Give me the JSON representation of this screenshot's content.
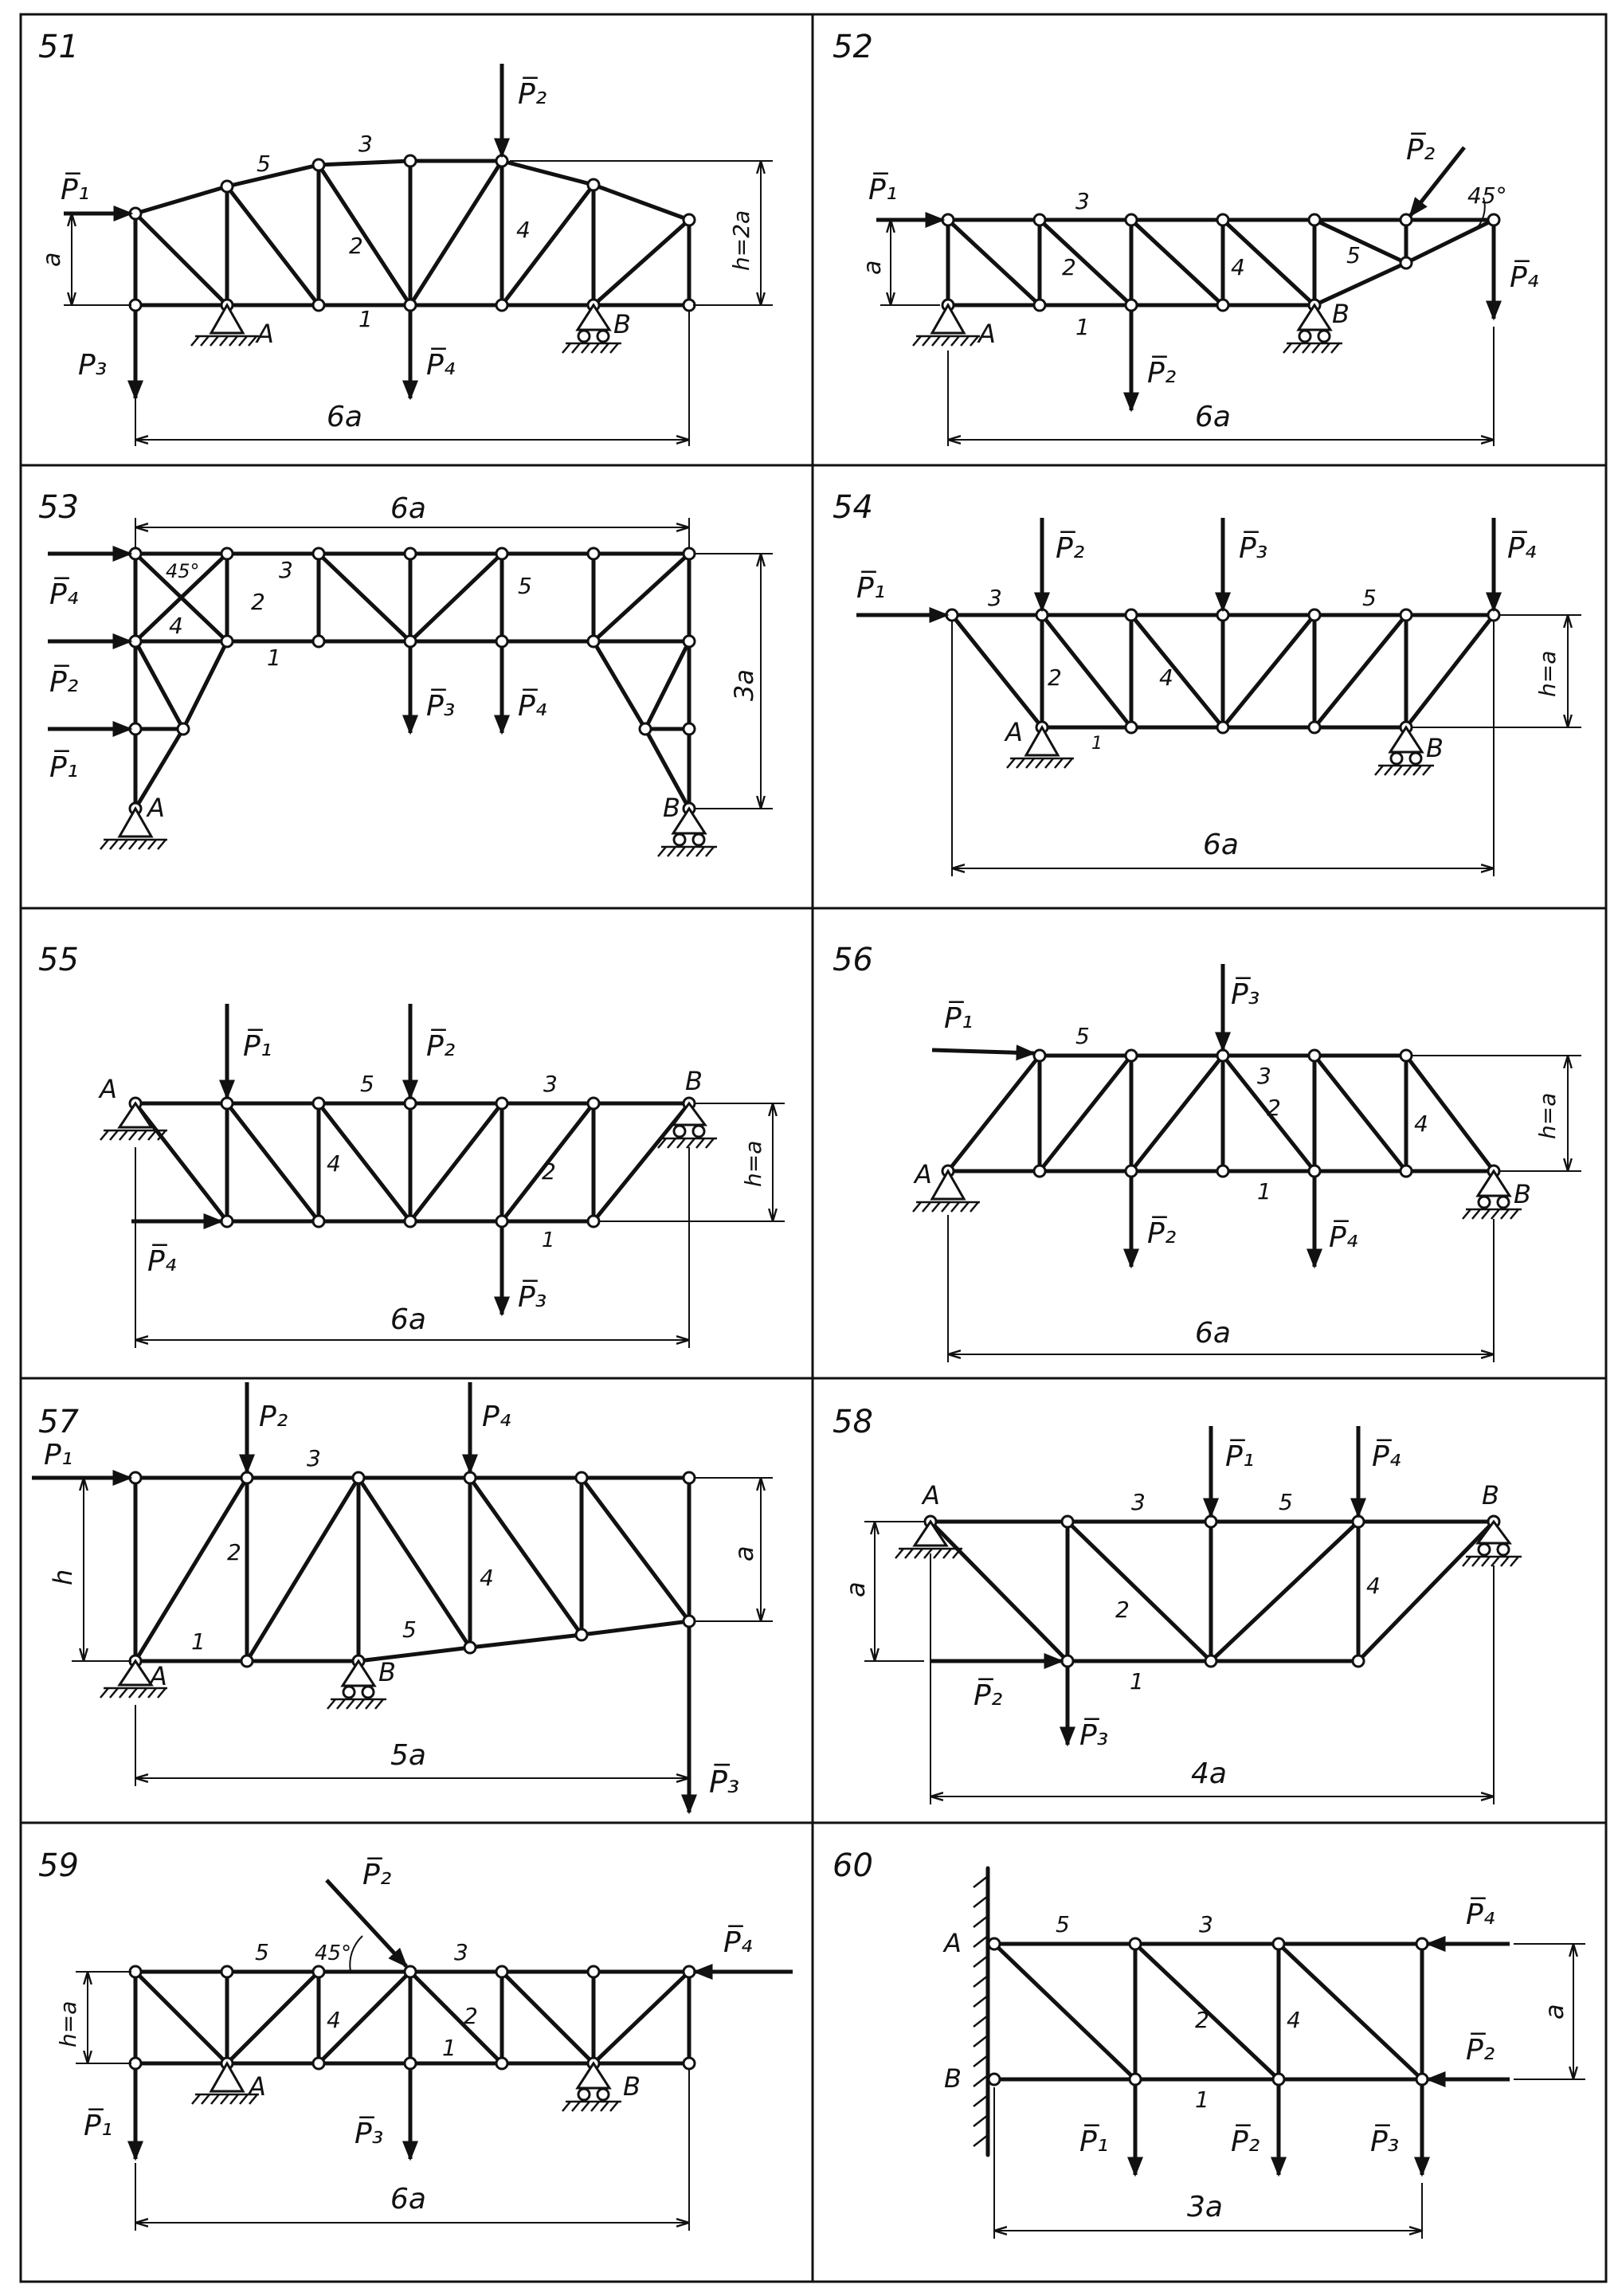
{
  "problems": [
    {
      "number": "51",
      "loads": [
        "P1",
        "P2",
        "P3",
        "P4"
      ],
      "load_labels": {
        "P1": "P̅₁",
        "P2": "P̅₂",
        "P3": "P₃",
        "P4": "P̅₄"
      },
      "bar_labels": [
        "5",
        "3",
        "2",
        "4",
        "1"
      ],
      "supports": [
        "A",
        "B"
      ],
      "span_label": "6a",
      "height_label": "h=2a",
      "side_label": "a"
    },
    {
      "number": "52",
      "loads": [
        "P1",
        "P2",
        "P4"
      ],
      "load_labels": {
        "P1": "P̅₁",
        "P2_top": "P̅₂",
        "P2": "P̅₂",
        "P4": "P̅₄"
      },
      "bar_labels": [
        "3",
        "2",
        "4",
        "5",
        "1"
      ],
      "supports": [
        "A",
        "B"
      ],
      "span_label": "6a",
      "side_label": "a",
      "angle_label": "45°"
    },
    {
      "number": "53",
      "loads": [
        "P4",
        "P2",
        "P1",
        "P3",
        "P4"
      ],
      "load_labels": {
        "P4_left": "P̅₄",
        "P2": "P̅₂",
        "P1": "P̅₁",
        "P3": "P̅₃",
        "P4": "P̅₄"
      },
      "bar_labels": [
        "3",
        "2",
        "4",
        "1",
        "5"
      ],
      "supports": [
        "A",
        "B"
      ],
      "span_label": "6a",
      "height_label": "3a",
      "angle_label": "45°"
    },
    {
      "number": "54",
      "loads": [
        "P1",
        "P2",
        "P3",
        "P4"
      ],
      "load_labels": {
        "P1": "P̅₁",
        "P2": "P̅₂",
        "P3": "P̅₃",
        "P4": "P̅₄"
      },
      "bar_labels": [
        "3",
        "5",
        "2",
        "4",
        "1"
      ],
      "supports": [
        "A",
        "B"
      ],
      "span_label": "6a",
      "height_label": "h=a"
    },
    {
      "number": "55",
      "loads": [
        "P1",
        "P2",
        "P4",
        "P3"
      ],
      "load_labels": {
        "P1": "P̅₁",
        "P2": "P̅₂",
        "P4": "P̅₄",
        "P3": "P̅₃"
      },
      "bar_labels": [
        "5",
        "3",
        "4",
        "2",
        "1"
      ],
      "supports": [
        "A",
        "B"
      ],
      "span_label": "6a",
      "height_label": "h=a"
    },
    {
      "number": "56",
      "loads": [
        "P1",
        "P3",
        "P2",
        "P4"
      ],
      "load_labels": {
        "P1": "P̅₁",
        "P3": "P̅₃",
        "P2": "P̅₂",
        "P4": "P̅₄"
      },
      "bar_labels": [
        "5",
        "3",
        "2",
        "4",
        "1"
      ],
      "supports": [
        "A",
        "B"
      ],
      "span_label": "6a",
      "height_label": "h=a"
    },
    {
      "number": "57",
      "loads": [
        "P1",
        "P2",
        "P4",
        "P3"
      ],
      "load_labels": {
        "P1": "P₁",
        "P2": "P₂",
        "P4": "P₄",
        "P3": "P̅₃"
      },
      "bar_labels": [
        "3",
        "2",
        "1",
        "5",
        "4"
      ],
      "supports": [
        "A",
        "B"
      ],
      "span_label": "5a",
      "height_label": "h",
      "side_label": "a"
    },
    {
      "number": "58",
      "loads": [
        "P1",
        "P4",
        "P2",
        "P3"
      ],
      "load_labels": {
        "P1": "P̅₁",
        "P4": "P̅₄",
        "P2": "P̅₂",
        "P3": "P̅₃"
      },
      "bar_labels": [
        "3",
        "5",
        "2",
        "4",
        "1"
      ],
      "supports": [
        "A",
        "B"
      ],
      "span_label": "4a",
      "side_label": "a"
    },
    {
      "number": "59",
      "loads": [
        "P2",
        "P4",
        "P1",
        "P3"
      ],
      "load_labels": {
        "P2": "P̅₂",
        "P4": "P̅₄",
        "P1": "P̅₁",
        "P3": "P̅₃"
      },
      "bar_labels": [
        "5",
        "3",
        "4",
        "2",
        "1"
      ],
      "supports": [
        "A",
        "B"
      ],
      "span_label": "6a",
      "height_label": "h=a",
      "angle_label": "45°"
    },
    {
      "number": "60",
      "loads": [
        "P4",
        "P2",
        "P1",
        "P2",
        "P3"
      ],
      "load_labels": {
        "P4": "P̅₄",
        "P2_right": "P̅₂",
        "P1": "P̅₁",
        "P2": "P̅₂",
        "P3": "P̅₃"
      },
      "bar_labels": [
        "5",
        "3",
        "2",
        "4",
        "1"
      ],
      "supports": [
        "A",
        "B"
      ],
      "span_label": "3a",
      "side_label": "a"
    }
  ]
}
